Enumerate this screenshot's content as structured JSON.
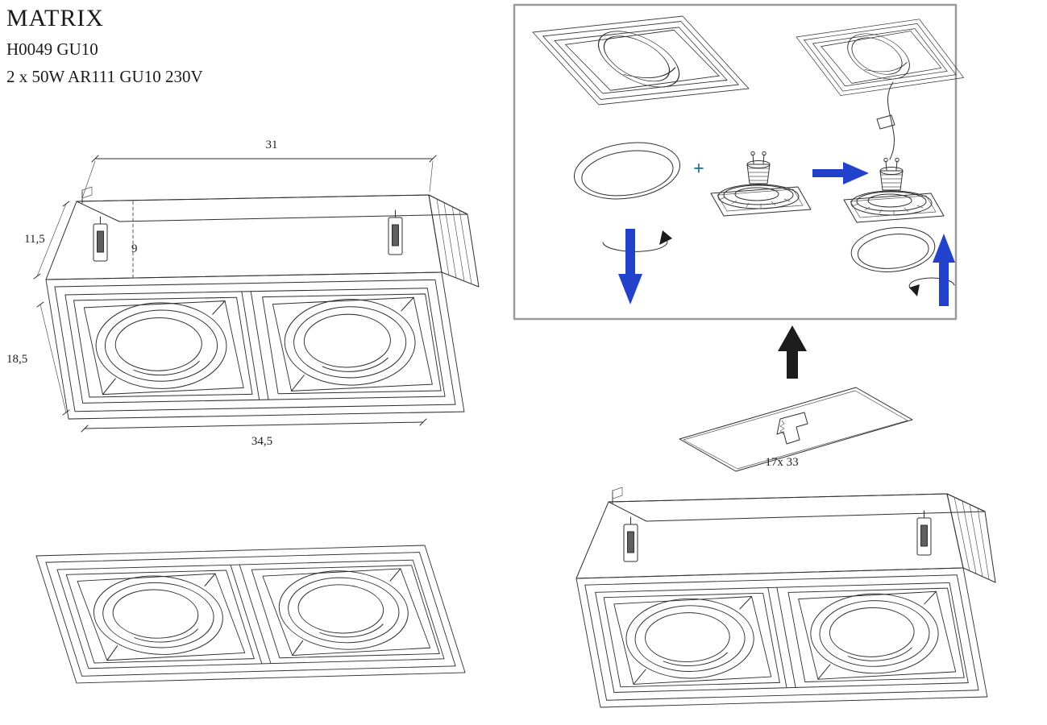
{
  "product": {
    "title": "MATRIX",
    "model": "H0049 GU10",
    "spec": "2 x 50W AR111 GU10 230V"
  },
  "dimensions": {
    "top_width": "31",
    "housing_height": "11,5",
    "recess_depth": "9",
    "frame_height": "18,5",
    "overall_width": "34,5",
    "ceiling_cutout": "17x 33"
  },
  "instruction_panel": {
    "plus_symbol": "+"
  },
  "colors": {
    "line": "#2f2f2f",
    "arrow_blue": "#2342cb",
    "arrow_black": "#1c1c1c",
    "panel_border": "#9b9b9b",
    "plus_symbol": "#1a6f93"
  }
}
